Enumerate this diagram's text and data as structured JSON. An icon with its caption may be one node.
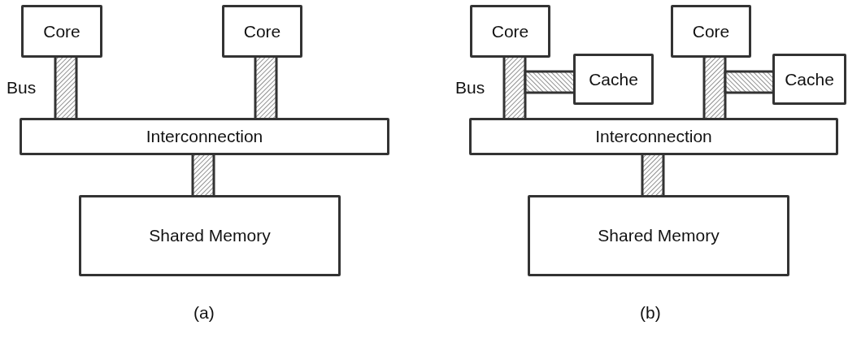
{
  "diagram": {
    "nodes": [
      {
        "text": [
          "Core"
        ]
      },
      {
        "text": [
          "Core"
        ]
      },
      {
        "text": [
          "Interconnection"
        ]
      },
      {
        "text": [
          "Shared Memory"
        ]
      },
      {
        "text": [
          "Core"
        ]
      },
      {
        "text": [
          "Cache"
        ]
      },
      {
        "text": [
          "Core"
        ]
      },
      {
        "text": [
          "Cache"
        ]
      },
      {
        "text": [
          "Interconnection"
        ]
      },
      {
        "text": [
          "Shared Memory"
        ]
      }
    ],
    "edges": [
      {
        "from": 0,
        "to": 2,
        "arrow": "none",
        "style": "thick"
      },
      {
        "from": 1,
        "to": 2,
        "arrow": "none",
        "style": "thick"
      },
      {
        "from": 2,
        "to": 3,
        "arrow": "none",
        "style": "thick"
      },
      {
        "from": 4,
        "to": 8,
        "arrow": "none",
        "style": "thick"
      },
      {
        "from": 4,
        "to": 5,
        "arrow": "none",
        "style": "thick"
      },
      {
        "from": 6,
        "to": 8,
        "arrow": "none",
        "style": "thick"
      },
      {
        "from": 6,
        "to": 7,
        "arrow": "none",
        "style": "thick"
      },
      {
        "from": 8,
        "to": 9,
        "arrow": "none",
        "style": "thick"
      }
    ],
    "labels": [
      "Bus",
      "Bus",
      "(a)",
      "(b)"
    ]
  }
}
